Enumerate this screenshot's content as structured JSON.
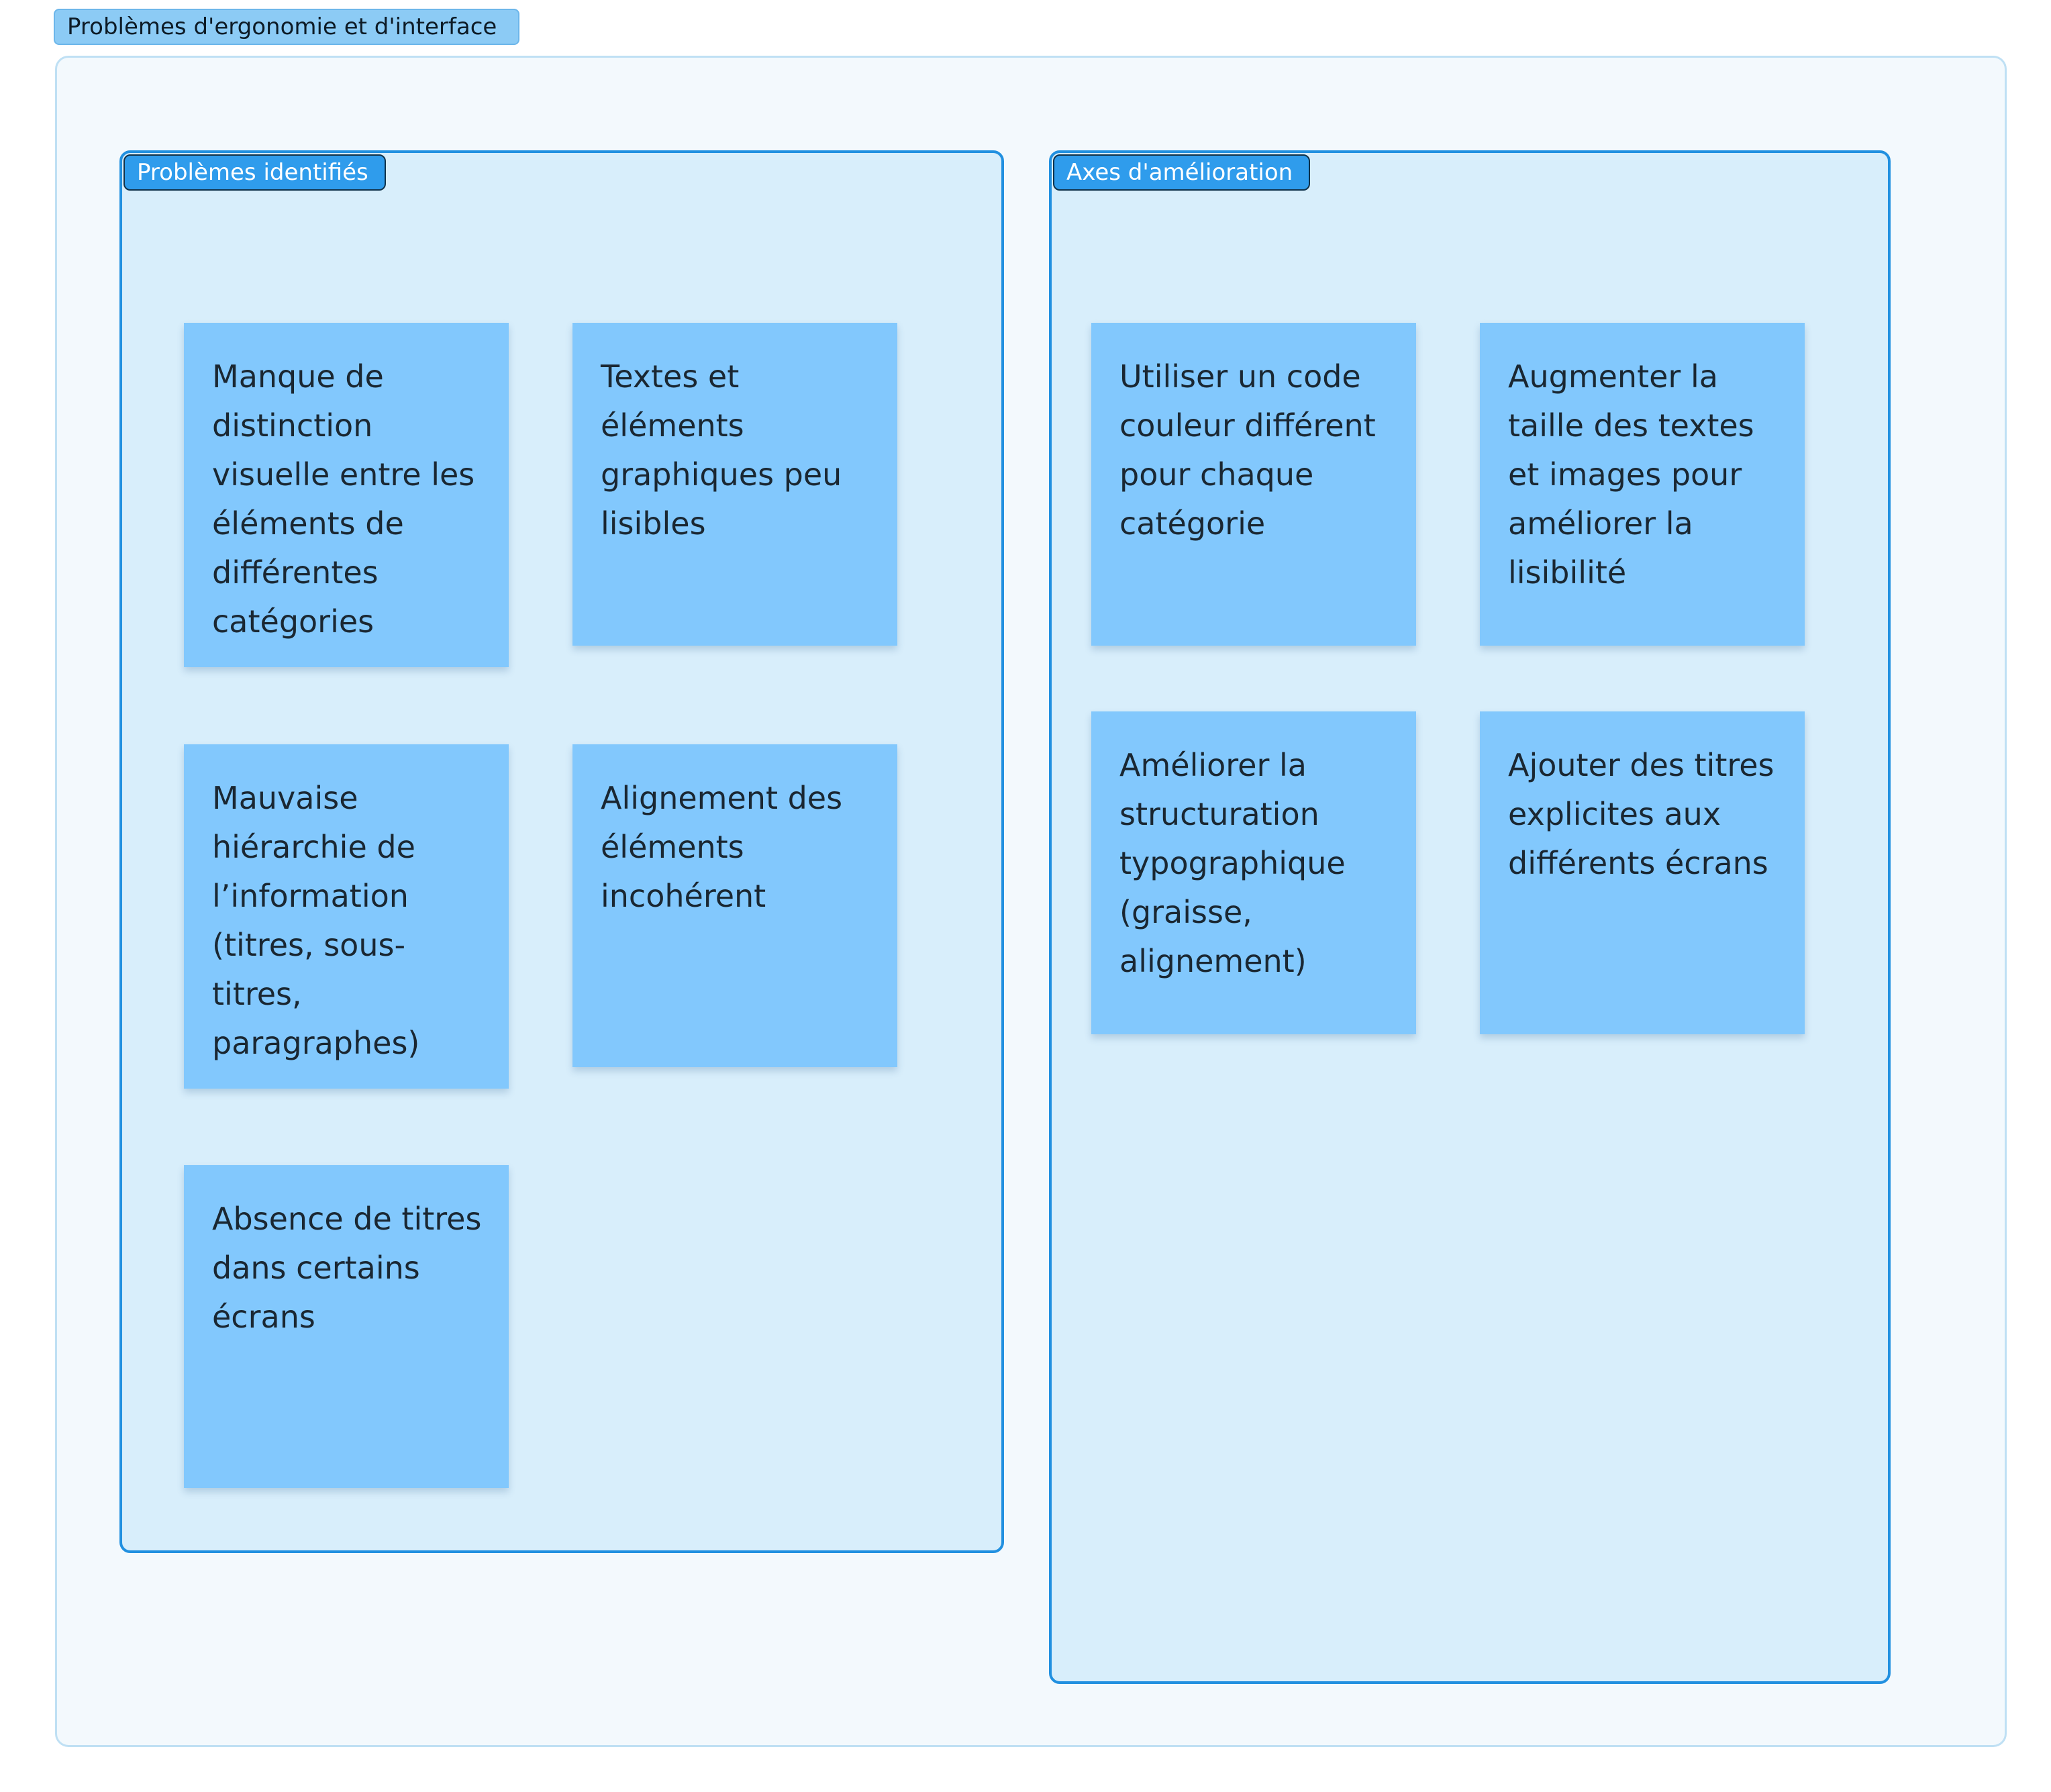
{
  "board": {
    "title": "Problèmes d'ergonomie et d'interface"
  },
  "sections": [
    {
      "label": "Problèmes identifiés",
      "notes": [
        "Manque de distinction visuelle entre les éléments de différentes catégories",
        "Textes et éléments graphiques peu lisibles",
        "Mauvaise hiérarchie de l’information (titres, sous-titres, paragraphes)",
        "Alignement des éléments incohérent",
        "Absence de titres dans certains écrans"
      ]
    },
    {
      "label": "Axes d'amélioration",
      "notes": [
        "Utiliser un code couleur différent pour chaque catégorie",
        "Augmenter la taille des textes et images pour améliorer la lisibilité",
        "Améliorer la structuration typographique (graisse, alignement)",
        "Ajouter des titres explicites aux différents écrans"
      ]
    }
  ],
  "colors": {
    "board_background": "#f3f9fd",
    "section_background": "#d8eefb",
    "section_border": "#2190e0",
    "sticky_note": "#82c8fd",
    "tag_background": "#2f9cec"
  }
}
